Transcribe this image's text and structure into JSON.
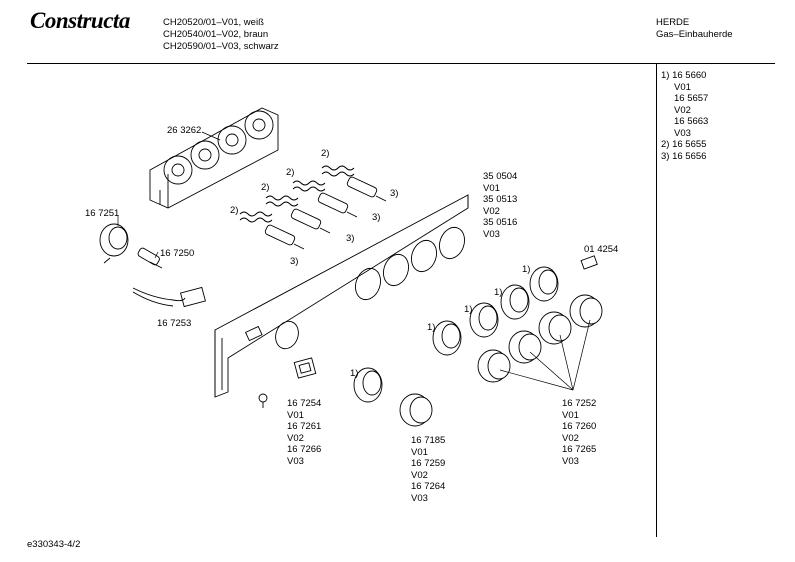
{
  "header": {
    "brand": "Constructa",
    "models": [
      "CH20520/01–V01, weiß",
      "CH20540/01–V02, braun",
      "CH20590/01–V03, schwarz"
    ],
    "category": [
      "HERDE",
      "Gas–Einbauherde"
    ]
  },
  "footnotes": [
    "1) 16 5660",
    "V01",
    "16 5657",
    "V02",
    "16 5663",
    "V03",
    "2) 16 5655",
    "3) 16 5656"
  ],
  "labels": {
    "p263262": "26 3262",
    "p167251": "16 7251",
    "p167250": "16 7250",
    "p167253": "16 7253",
    "p350504": [
      "35 0504",
      "V01",
      "35 0513",
      "V02",
      "35 0516",
      "V03"
    ],
    "p014254": "01 4254",
    "p167254": [
      "16 7254",
      "V01",
      "16 7261",
      "V02",
      "16 7266",
      "V03"
    ],
    "p167185": [
      "16 7185",
      "V01",
      "16 7259",
      "V02",
      "16 7264",
      "V03"
    ],
    "p167252": [
      "16 7252",
      "V01",
      "16 7260",
      "V02",
      "16 7265",
      "V03"
    ],
    "note1": "1)",
    "note2": "2)",
    "note3": "3)"
  },
  "footer": {
    "code": "e330343-4/2"
  }
}
